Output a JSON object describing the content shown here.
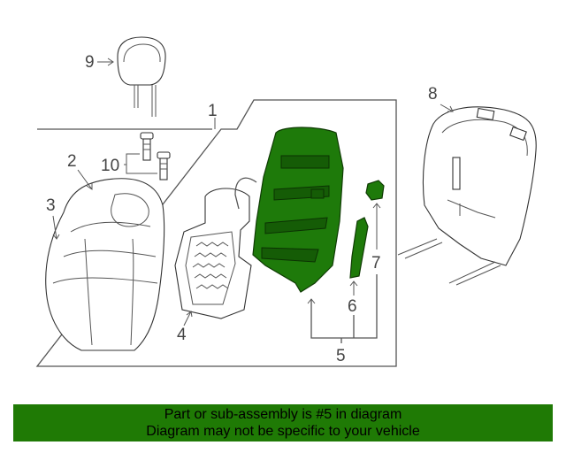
{
  "callouts": {
    "c1": "1",
    "c2": "2",
    "c3": "3",
    "c4": "4",
    "c5": "5",
    "c6": "6",
    "c7": "7",
    "c8": "8",
    "c9": "9",
    "c10": "10"
  },
  "banner": {
    "line1": "Part or sub-assembly is #5 in diagram",
    "line2": "Diagram may not be specific to your vehicle"
  },
  "colors": {
    "highlight": "#1f7a05",
    "line": "#555555"
  }
}
